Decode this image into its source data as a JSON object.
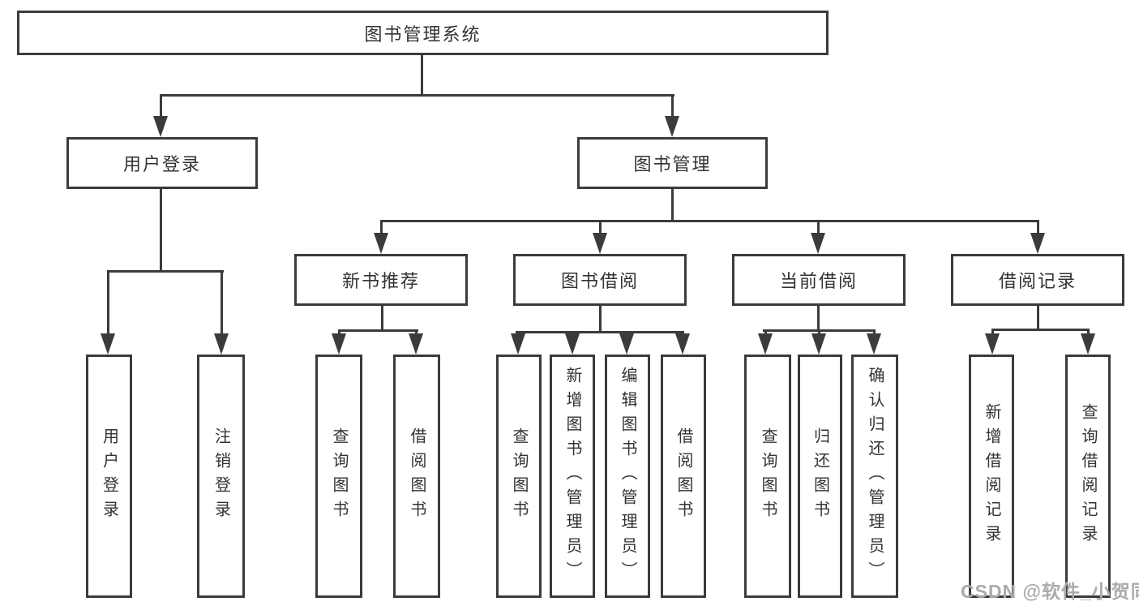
{
  "colors": {
    "line": "#3b3b3b",
    "box_border": "#3b3b3b",
    "box_fill": "#ffffff",
    "text": "#333333",
    "watermark": "#ababab"
  },
  "tree": {
    "root_label": "图书管理系统",
    "login": {
      "label": "用户登录",
      "items": [
        "用户登录",
        "注销登录"
      ]
    },
    "mgmt": {
      "label": "图书管理",
      "groups": [
        {
          "label": "新书推荐",
          "items": [
            "查询图书",
            "借阅图书"
          ]
        },
        {
          "label": "图书借阅",
          "items": [
            "查询图书",
            "新增图书（管理员）",
            "编辑图书（管理员）",
            "借阅图书"
          ]
        },
        {
          "label": "当前借阅",
          "items": [
            "查询图书",
            "归还图书",
            "确认归还（管理员）"
          ]
        },
        {
          "label": "借阅记录",
          "items": [
            "新增借阅记录",
            "查询借阅记录"
          ]
        }
      ]
    }
  },
  "watermark": "CSDN @软件_小贺同学"
}
